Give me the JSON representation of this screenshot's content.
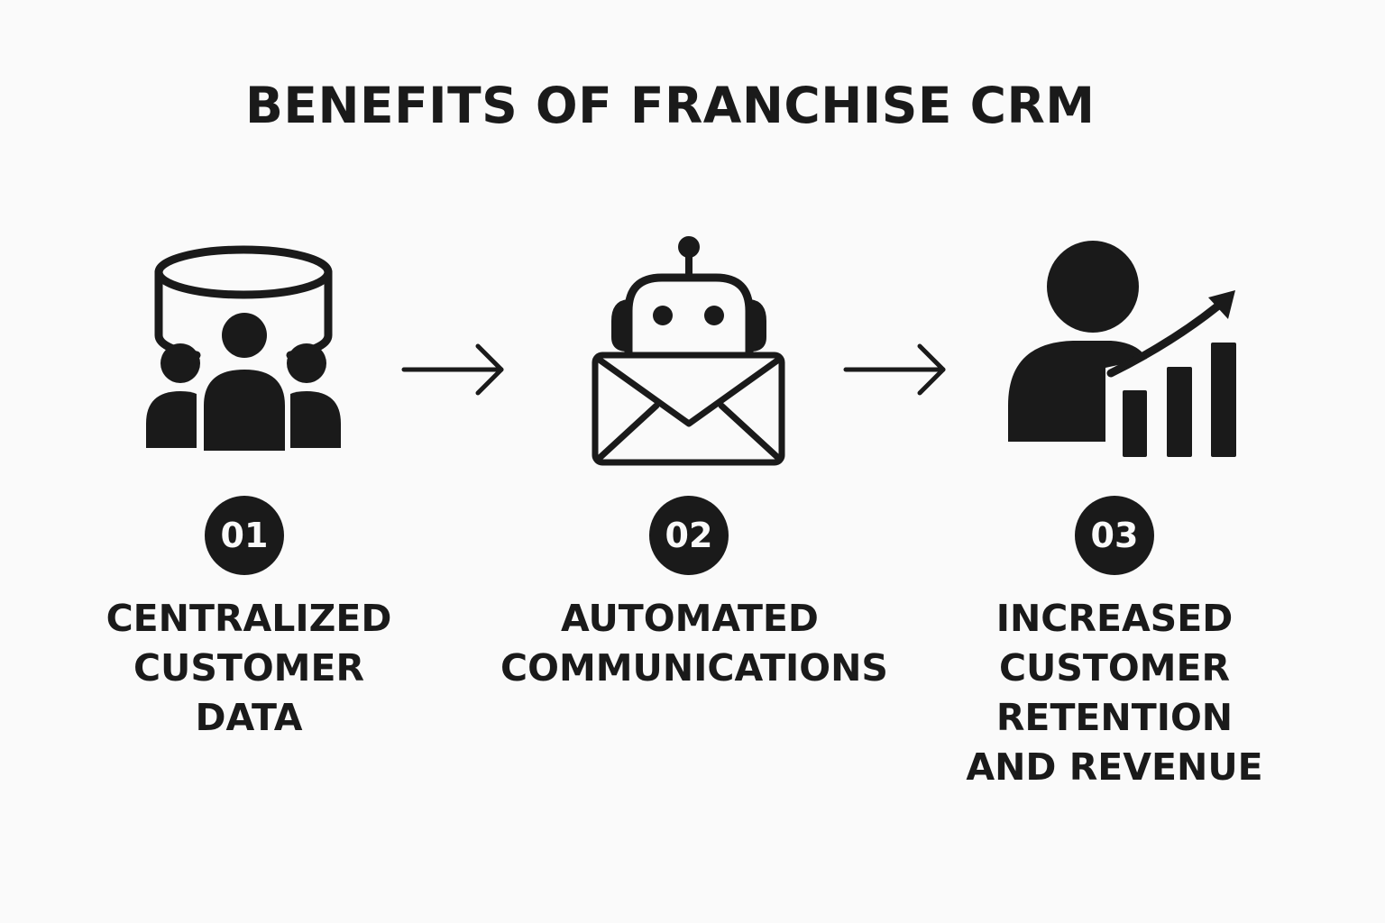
{
  "title": "BENEFITS OF FRANCHISE CRM",
  "colors": {
    "ink": "#1a1a1a",
    "background": "#fafafa"
  },
  "steps": [
    {
      "number": "01",
      "icon": "customer-database-icon",
      "label_lines": [
        "CENTRALIZED",
        "CUSTOMER",
        "DATA"
      ]
    },
    {
      "number": "02",
      "icon": "robot-envelope-icon",
      "label_lines": [
        "AUTOMATED",
        "COMMUNICATIONS"
      ]
    },
    {
      "number": "03",
      "icon": "person-growth-chart-icon",
      "label_lines": [
        "INCREASED",
        "CUSTOMER",
        "RETENTION",
        "AND REVENUE"
      ]
    }
  ],
  "connectors": [
    "arrow-right-icon",
    "arrow-right-icon"
  ]
}
